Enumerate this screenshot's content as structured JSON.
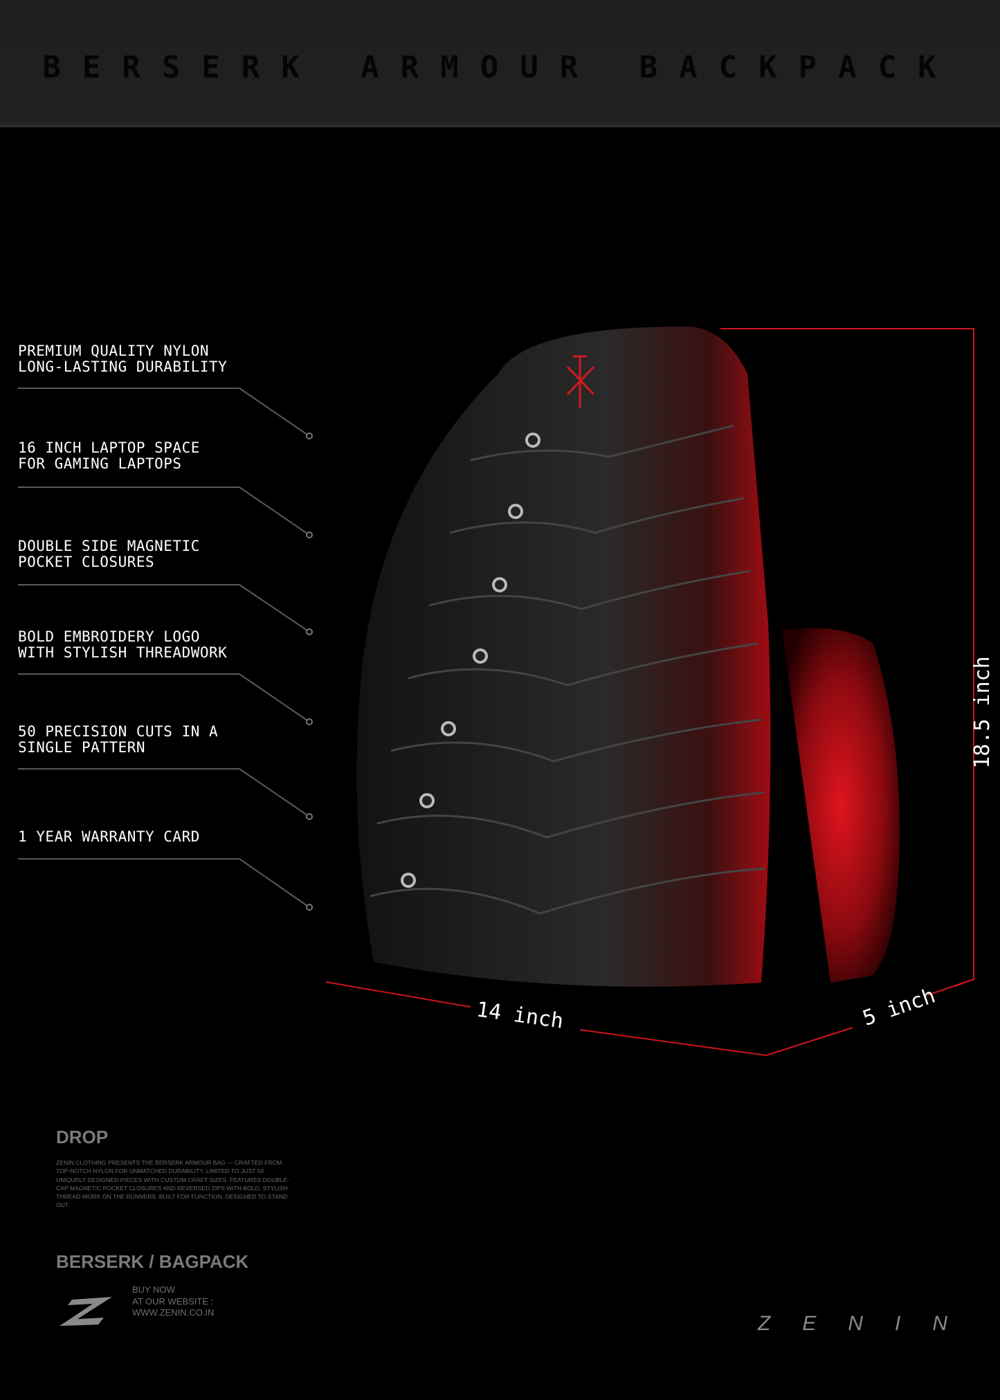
{
  "header": {
    "title": "BERSERK ARMOUR BACKPACK"
  },
  "features": [
    {
      "text": "PREMIUM QUALITY NYLON\nLONG-LASTING DURABILITY"
    },
    {
      "text": "16 INCH LAPTOP SPACE\nFOR GAMING LAPTOPS"
    },
    {
      "text": "DOUBLE SIDE MAGNETIC\nPOCKET CLOSURES"
    },
    {
      "text": "BOLD EMBROIDERY LOGO\nWITH STYLISH THREADWORK"
    },
    {
      "text": "50 PRECISION CUTS IN A\nSINGLE PATTERN"
    },
    {
      "text": "1 YEAR WARRANTY CARD"
    }
  ],
  "dimensions": {
    "height": "18.5 inch",
    "width": "14 inch",
    "depth": "5 inch"
  },
  "drop": {
    "heading": "DROP",
    "body": "ZENIN CLOTHING PRESENTS THE BERSERK ARMOUR BAG — CRAFTED FROM TOP-NOTCH NYLON FOR UNMATCHED DURABILITY. LIMITED TO JUST 50 UNIQUELY DESIGNED PIECES WITH CUSTOM CRAFT SIZES. FEATURES DOUBLE-CAP MAGNETIC POCKET CLOSURES AND REVERSED ZIPS WITH BOLD, STYLISH THREAD WORK ON THE RUNNERS. BUILT FOR FUNCTION. DESIGNED TO STAND OUT."
  },
  "product": {
    "title": "BERSERK / BAGPACK"
  },
  "buy": {
    "line1": "BUY NOW",
    "line2": "AT OUR WEBSITE :",
    "line3": "WWW.ZENIN.CO.IN"
  },
  "brand": {
    "wordmark": "ZENIN",
    "logo_icon": "zenin-z-logo"
  },
  "colors": {
    "accent": "#e0141e",
    "background": "#000000",
    "header": "#202020"
  }
}
